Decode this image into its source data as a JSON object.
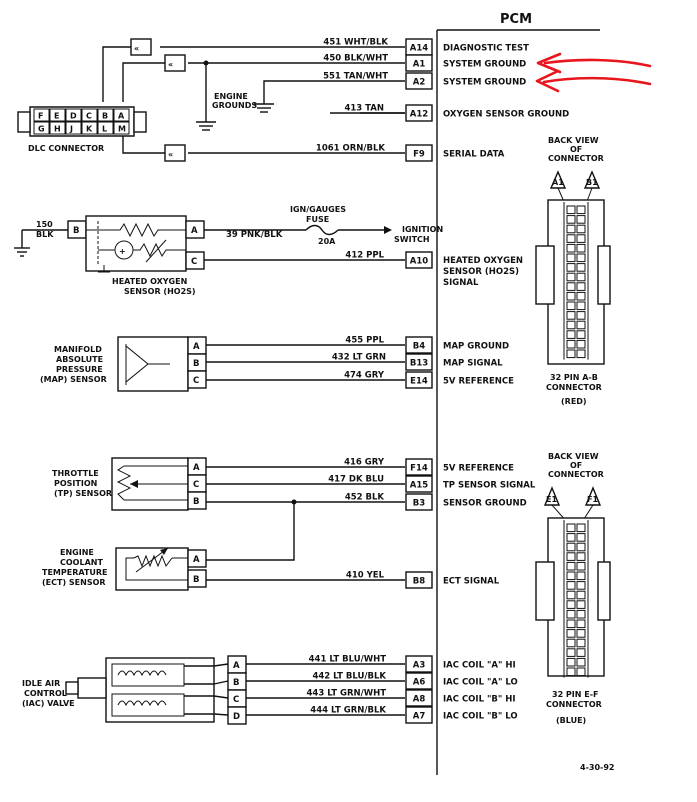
{
  "pcm_title": "PCM",
  "wires": [
    {
      "id": "w-451",
      "code": "451 WHT/BLK",
      "pin": "A14",
      "func": "DIAGNOSTIC TEST"
    },
    {
      "id": "w-450",
      "code": "450 BLK/WHT",
      "pin": "A1",
      "func": "SYSTEM GROUND"
    },
    {
      "id": "w-551",
      "code": "551 TAN/WHT",
      "pin": "A2",
      "func": "SYSTEM GROUND"
    },
    {
      "id": "w-413",
      "code": "413 TAN",
      "pin": "A12",
      "func": "OXYGEN SENSOR GROUND"
    },
    {
      "id": "w-1061",
      "code": "1061 ORN/BLK",
      "pin": "F9",
      "func": "SERIAL DATA"
    },
    {
      "id": "w-412",
      "code": "412 PPL",
      "pin": "A10",
      "func": "HEATED OXYGEN SENSOR (HO2S) SIGNAL"
    },
    {
      "id": "w-455",
      "code": "455 PPL",
      "pin": "B4",
      "func": "MAP GROUND"
    },
    {
      "id": "w-432",
      "code": "432 LT GRN",
      "pin": "B13",
      "func": "MAP SIGNAL"
    },
    {
      "id": "w-474",
      "code": "474 GRY",
      "pin": "E14",
      "func": "5V REFERENCE"
    },
    {
      "id": "w-416",
      "code": "416 GRY",
      "pin": "F14",
      "func": "5V REFERENCE"
    },
    {
      "id": "w-417",
      "code": "417 DK BLU",
      "pin": "A15",
      "func": "TP SENSOR SIGNAL"
    },
    {
      "id": "w-452",
      "code": "452 BLK",
      "pin": "B3",
      "func": "SENSOR GROUND"
    },
    {
      "id": "w-410",
      "code": "410 YEL",
      "pin": "B8",
      "func": "ECT SIGNAL"
    },
    {
      "id": "w-441",
      "code": "441 LT BLU/WHT",
      "pin": "A3",
      "func": "IAC COIL \"A\" HI"
    },
    {
      "id": "w-442",
      "code": "442 LT BLU/BLK",
      "pin": "A6",
      "func": "IAC COIL \"A\" LO"
    },
    {
      "id": "w-443",
      "code": "443 LT GRN/WHT",
      "pin": "A8",
      "func": "IAC COIL \"B\" HI"
    },
    {
      "id": "w-444",
      "code": "444 LT GRN/BLK",
      "pin": "A7",
      "func": "IAC COIL \"B\" LO"
    }
  ],
  "labels": {
    "engine_grounds": "ENGINE GROUNDS",
    "dlc_connector": "DLC CONNECTOR",
    "dlc_pins": [
      "F",
      "E",
      "D",
      "C",
      "B",
      "A",
      "G",
      "H",
      "J",
      "K",
      "L",
      "M"
    ],
    "ho2s_ground_wire": "150 BLK",
    "ho2s_name": "HEATED OXYGEN SENSOR (HO2S)",
    "heater_wire": "39 PNK/BLK",
    "fuse_name": "IGN/GAUGES FUSE",
    "fuse_rating": "20A",
    "ignition": "IGNITION SWITCH",
    "map_name": "MANIFOLD ABSOLUTE PRESSURE (MAP) SENSOR",
    "tp_name": "THROTTLE POSITION (TP) SENSOR",
    "ect_name": "ENGINE COOLANT TEMPERATURE (ECT) SENSOR",
    "iac_name": "IDLE AIR CONTROL (IAC) VALVE",
    "back_view_1": "BACK VIEW OF CONNECTOR",
    "back_view_2": "BACK VIEW OF CONNECTOR",
    "conn1_pins": [
      "A1",
      "B1"
    ],
    "conn2_pins": [
      "E1",
      "F1"
    ],
    "conn1_name": "32 PIN A-B CONNECTOR",
    "conn1_color": "(RED)",
    "conn2_name": "32 PIN E-F CONNECTOR",
    "conn2_color": "(BLUE)",
    "sensor_pins": [
      "A",
      "B",
      "C",
      "D"
    ],
    "date": "4-30-92"
  },
  "colors": {
    "annotation_arrow": "#e8151c",
    "line": "#111111"
  }
}
